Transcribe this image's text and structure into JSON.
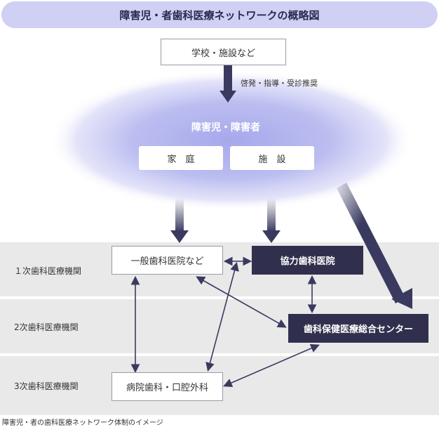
{
  "title": "障害児・者歯科医療ネットワークの概略図",
  "school": "学校・施設など",
  "guidance": "啓発・指導・受診推奨",
  "cloud": {
    "title": "障害児・障害者",
    "home": "家　庭",
    "facility": "施　設"
  },
  "levels": {
    "primary": "１次歯科医療機関",
    "secondary": "2次歯科医療機関",
    "tertiary": "3次歯科医療機関"
  },
  "nodes": {
    "general_clinic": "一般歯科医院など",
    "cooperating_clinic": "協力歯科医院",
    "center": "歯科保健医療総合センター",
    "hospital": "病院歯科・口腔外科"
  },
  "caption": "障害児・者の歯科医療ネットワーク体制のイメージ",
  "colors": {
    "dark_box": "#30304e",
    "arrow": "#3a3a60",
    "title_bg": "#cfd0f4",
    "band": "#e9e9e9"
  }
}
